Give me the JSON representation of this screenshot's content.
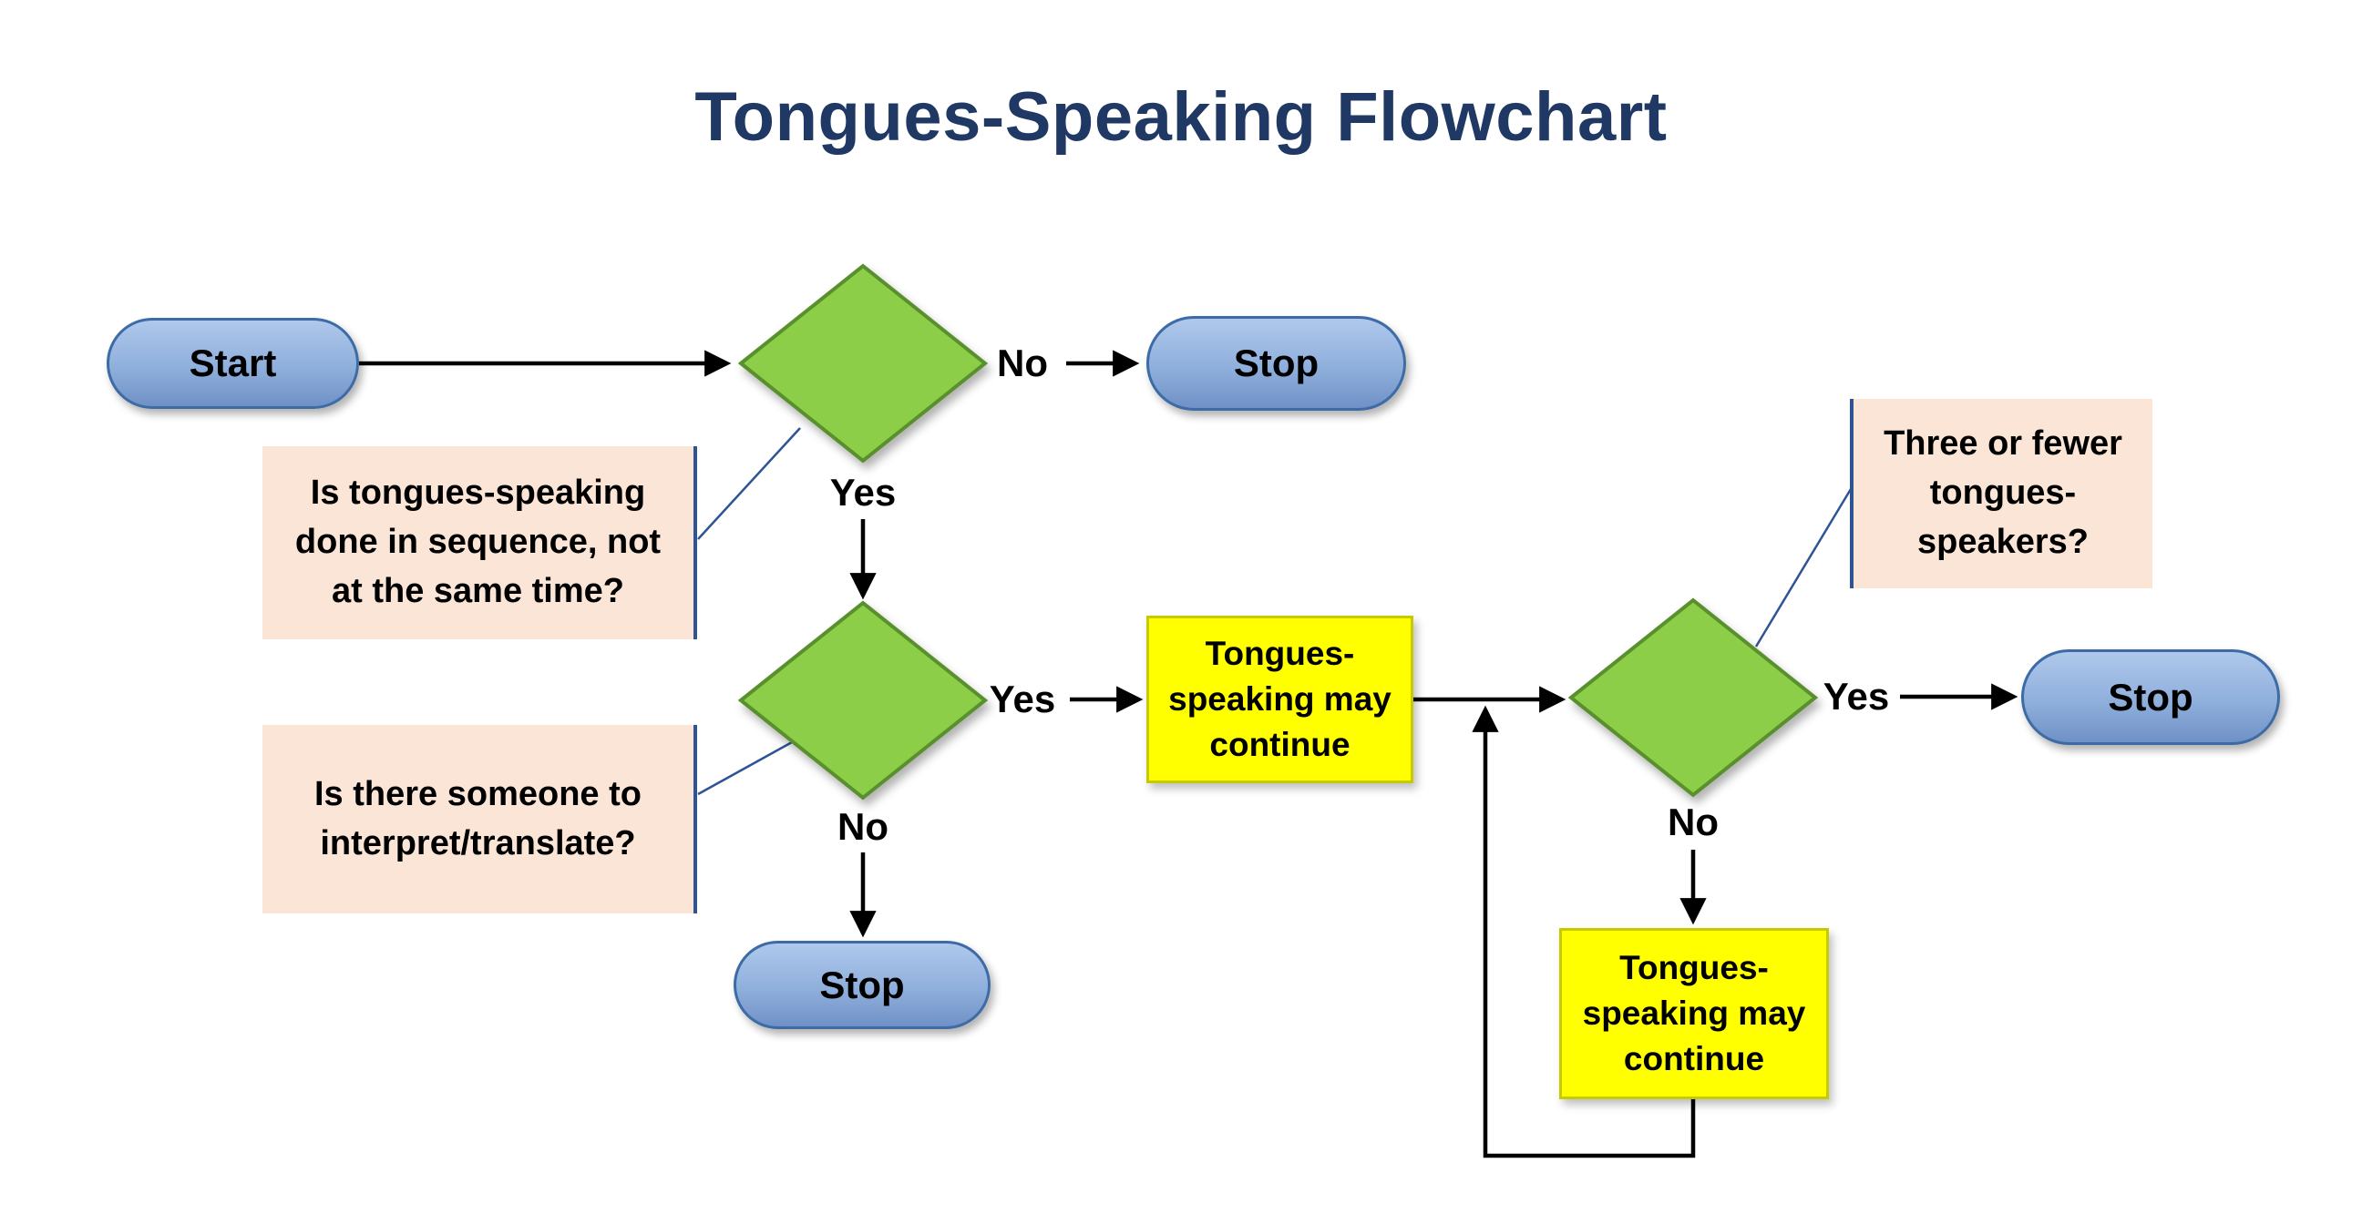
{
  "title": "Tongues-Speaking Flowchart",
  "nodes": {
    "start": {
      "label": "Start"
    },
    "decision1": {
      "question": "Is tongues-speaking done in sequence, not at the same time?"
    },
    "stop_top": {
      "label": "Stop"
    },
    "decision2": {
      "question": "Is there someone to interpret/translate?"
    },
    "stop_middle": {
      "label": "Stop"
    },
    "continue_left": {
      "label": "Tongues-speaking may continue"
    },
    "decision3": {
      "question": "Three or fewer tongues-speakers?"
    },
    "stop_right": {
      "label": "Stop"
    },
    "continue_right": {
      "label": "Tongues-speaking may continue"
    }
  },
  "edges": [
    {
      "from": "start",
      "to": "decision1",
      "label": ""
    },
    {
      "from": "decision1",
      "to": "stop_top",
      "label": "No"
    },
    {
      "from": "decision1",
      "to": "decision2",
      "label": "Yes"
    },
    {
      "from": "decision2",
      "to": "continue_left",
      "label": "Yes"
    },
    {
      "from": "decision2",
      "to": "stop_middle",
      "label": "No"
    },
    {
      "from": "continue_left",
      "to": "decision3",
      "label": ""
    },
    {
      "from": "decision3",
      "to": "stop_right",
      "label": "Yes"
    },
    {
      "from": "decision3",
      "to": "continue_right",
      "label": "No"
    },
    {
      "from": "continue_right",
      "to": "decision3",
      "label": ""
    }
  ],
  "colors": {
    "title": "#1F3864",
    "pill-fill": "#8FAFDC",
    "pill-fill-light": "#AFC8EC",
    "pill-border": "#3D6BA5",
    "diamond-fill": "#8CCE47",
    "diamond-border": "#5A8F2F",
    "callout-fill": "#FBE5D6",
    "callout-accent": "#2E5496",
    "continue-fill": "#FFFF00",
    "continue-border": "#C9C900",
    "arrow": "#000000",
    "label-text": "#000000"
  }
}
